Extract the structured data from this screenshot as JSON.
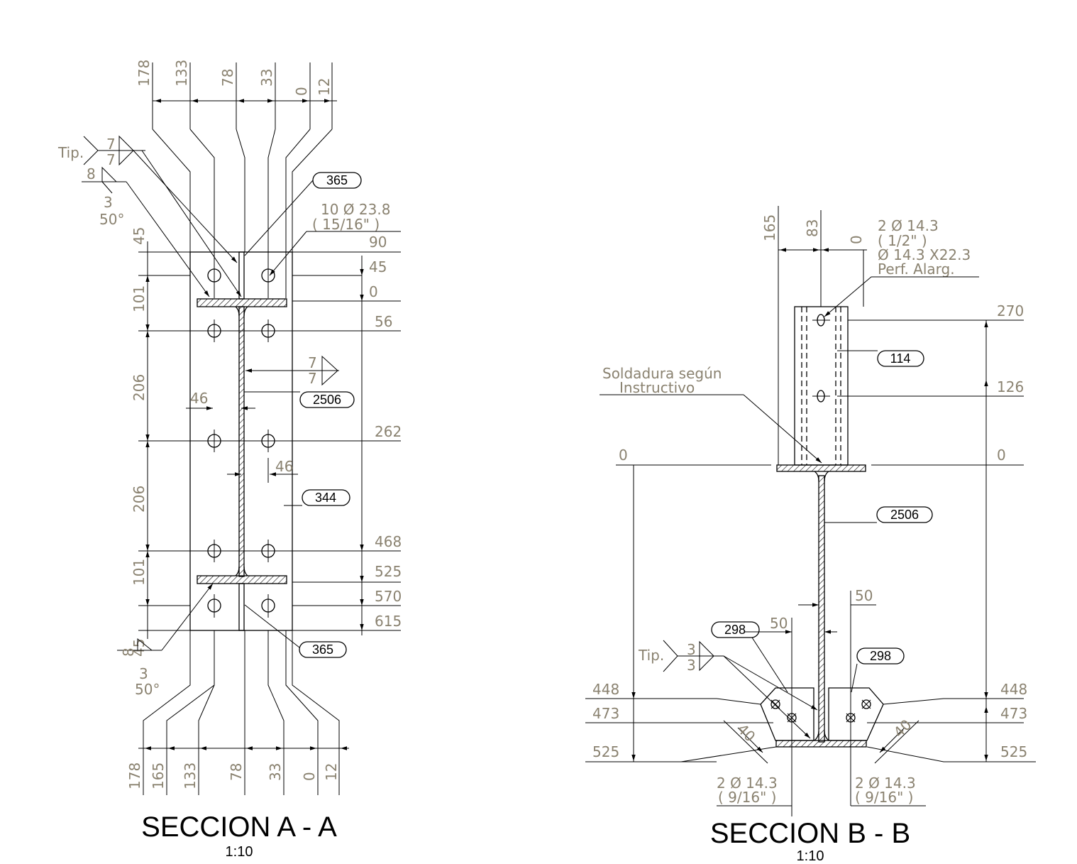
{
  "section_a": {
    "title": "SECCION A - A",
    "scale": "1:10",
    "top_dims": [
      "178",
      "133",
      "78",
      "33",
      "0",
      "12"
    ],
    "bottom_dims": [
      "178",
      "165",
      "133",
      "78",
      "33",
      "0",
      "12"
    ],
    "left_dims": [
      "45",
      "101",
      "206",
      "206",
      "101",
      "45"
    ],
    "right_dims": [
      "90",
      "45",
      "0",
      "56",
      "262",
      "468",
      "525",
      "570",
      "615"
    ],
    "weld_top": {
      "prefix": "Tip.",
      "a": "7",
      "b": "7"
    },
    "weld_left": {
      "size": "8",
      "depth": "3",
      "angle": "50°"
    },
    "weld_web": {
      "a": "7",
      "b": "7"
    },
    "weld_bottom": {
      "size": "8",
      "depth": "3",
      "angle": "50°"
    },
    "holes": "10 Ø 23.8",
    "holes_inch": "( 15/16\" )",
    "gauge_left": "46",
    "gauge_right": "46",
    "parts": [
      "365",
      "2506",
      "344",
      "365"
    ]
  },
  "section_b": {
    "title": "SECCION B - B",
    "scale": "1:10",
    "top_dims": [
      "165",
      "83",
      "0"
    ],
    "hole_note": [
      "2 Ø 14.3",
      "( 1/2\" )",
      "Ø 14.3 X22.3",
      "Perf. Alarg."
    ],
    "weld_note": [
      "Soldadura según",
      "Instructivo"
    ],
    "right_dims": [
      "270",
      "126",
      "0",
      "448",
      "473",
      "525"
    ],
    "left_dims": [
      "0",
      "448",
      "473",
      "525"
    ],
    "parts": [
      "114",
      "2506",
      "298",
      "298"
    ],
    "dim_50a": "50",
    "dim_50b": "50",
    "dim_40a": "40",
    "dim_40b": "40",
    "weld_tip": {
      "prefix": "Tip.",
      "a": "3",
      "b": "3"
    },
    "bottom_holes_left": [
      "2 Ø 14.3",
      "( 9/16\" )"
    ],
    "bottom_holes_right": [
      "2 Ø 14.3",
      "( 9/16\" )"
    ]
  }
}
